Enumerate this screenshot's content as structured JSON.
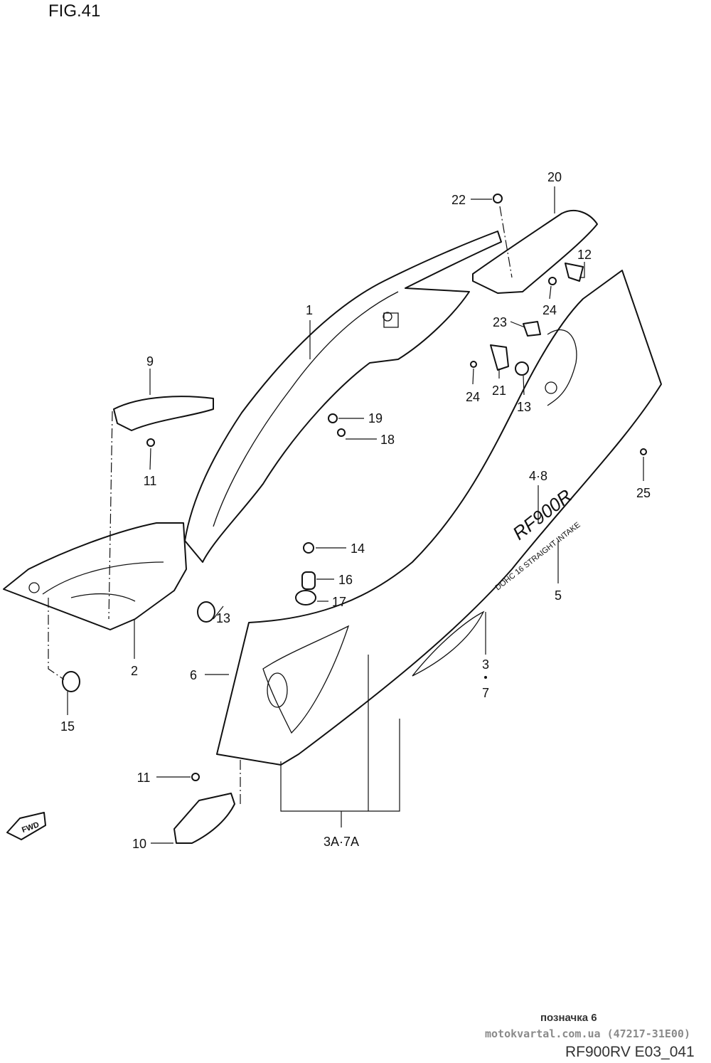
{
  "figure": {
    "title": "FIG.41",
    "code": "RF900RV E03_041"
  },
  "footer": {
    "note": "позначка 6",
    "watermark": "motokvartal.com.ua (47217-31E00)"
  },
  "labels": {
    "p20": "20",
    "p22": "22",
    "p12": "12",
    "p24a": "24",
    "p1": "1",
    "p23": "23",
    "p9": "9",
    "p24b": "24",
    "p21": "21",
    "p13a": "13",
    "p19": "19",
    "p18": "18",
    "p25": "25",
    "p11a": "11",
    "p48": "4·8",
    "p14": "14",
    "p16": "16",
    "p5": "5",
    "p13b": "13",
    "p17": "17",
    "p2": "2",
    "p6": "6",
    "p3": "3",
    "p7": "7",
    "p15": "15",
    "p11b": "11",
    "p10": "10",
    "p3a7a": "3A·7A"
  },
  "fwd_arrow": "FWD",
  "decal_text": {
    "model": "RF900R",
    "sub": "DOHC 16 STRAIGHT INTAKE"
  }
}
